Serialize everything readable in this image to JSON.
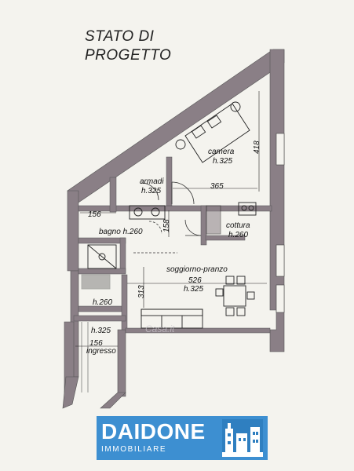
{
  "title": {
    "line1": "STATO DI",
    "line2": "PROGETTO"
  },
  "rooms": {
    "camera": {
      "name": "camera",
      "height": "h.325"
    },
    "armadi": {
      "name": "armadi",
      "height": "h.325"
    },
    "bagno": {
      "name": "bagno h.260"
    },
    "cottura": {
      "name": "cottura",
      "height": "h.260"
    },
    "soggiorno": {
      "name": "soggiorno-pranzo",
      "height": "h.325"
    },
    "disimpegno": {
      "height": "h.260"
    },
    "ingresso": {
      "name": "ingresso",
      "height": "h.325"
    }
  },
  "dimensions": {
    "camera_width": "365",
    "camera_height": "418",
    "bagno_width": "156",
    "bagno_height": "158",
    "soggiorno_width": "526",
    "soggiorno_height": "313",
    "ingresso_width": "156"
  },
  "watermark": "Casa.it",
  "logo": {
    "name": "DAIDONE",
    "subtitle": "IMMOBILIARE",
    "brand_color": "#3d8fd1"
  },
  "colors": {
    "wall": "#8a7f86",
    "background": "#f4f3ee"
  }
}
